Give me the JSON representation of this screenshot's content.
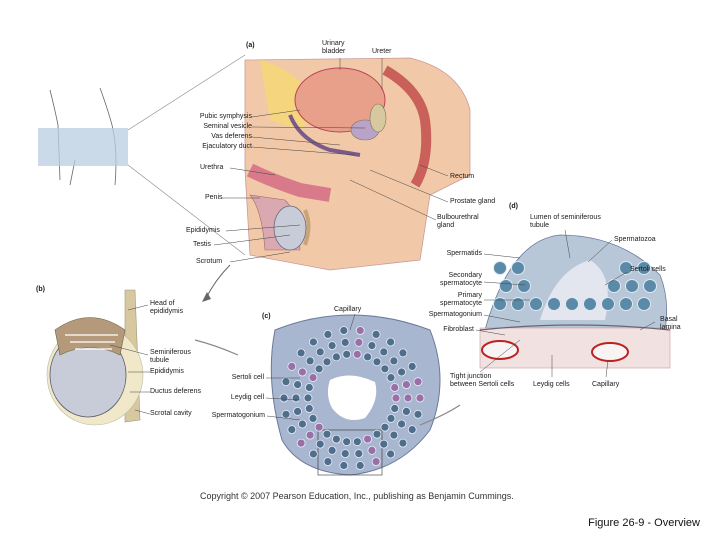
{
  "panels": {
    "a": "(a)",
    "b": "(b)",
    "c": "(c)",
    "d": "(d)"
  },
  "labels_a": {
    "urinary_bladder": "Urinary bladder",
    "ureter": "Ureter",
    "pubic_symphysis": "Pubic symphysis",
    "seminal_vesicle": "Seminal vesicle",
    "vas_deferens": "Vas deferens",
    "ejaculatory_duct": "Ejaculatory duct",
    "urethra": "Urethra",
    "penis": "Penis",
    "epididymis": "Epididymis",
    "testis": "Testis",
    "scrotum": "Scrotum",
    "rectum": "Rectum",
    "prostate_gland": "Prostate gland",
    "bulbourethral_gland": "Bulbourethral gland"
  },
  "labels_b": {
    "head_of_epididymis": "Head of epididymis",
    "seminiferous_tubule": "Seminiferous tubule",
    "epididymis": "Epididymis",
    "ductus_deferens": "Ductus deferens",
    "scrotal_cavity": "Scrotal cavity"
  },
  "labels_c": {
    "capillary": "Capillary",
    "sertoli_cell": "Sertoli cell",
    "leydig_cell": "Leydig cell",
    "spermatogonium": "Spermatogonium"
  },
  "labels_d": {
    "lumen": "Lumen of seminiferous tubule",
    "spermatozoa": "Spermatozoa",
    "spermatids": "Spermatids",
    "sertoli_cells": "Sertoli cells",
    "secondary_spermatocyte": "Secondary spermatocyte",
    "primary_spermatocyte": "Primary spermatocyte",
    "spermatogonium": "Spermatogonium",
    "fibroblast": "Fibroblast",
    "basal_lamina": "Basal lamina",
    "tight_junction": "Tight junction between Sertoli cells",
    "leydig_cells": "Leydig cells",
    "capillary": "Capillary"
  },
  "copyright": "Copyright © 2007 Pearson Education, Inc., publishing as Benjamin Cummings.",
  "figure_title": "Figure 26-9 - Overview",
  "colors": {
    "skin": "#f2c9a8",
    "bladder": "#e8a08a",
    "muscle": "#c9605a",
    "fat": "#f5d77a",
    "testis": "#c8ccd8",
    "tubule": "#a9b6d0",
    "cell": "#4e6e8c",
    "sertoli": "#9a6fa8"
  }
}
